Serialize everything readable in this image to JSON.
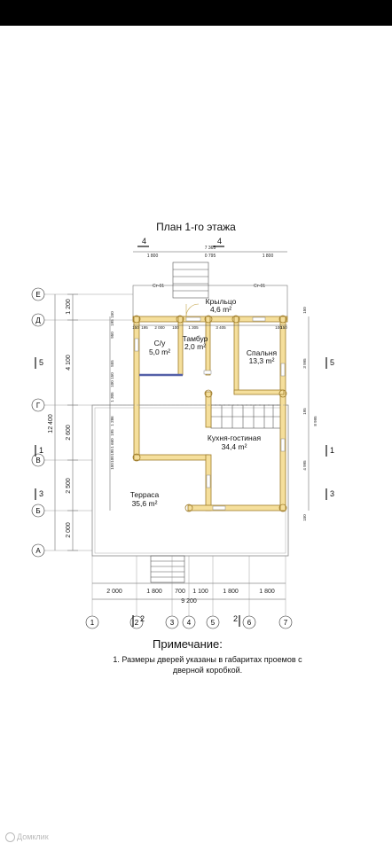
{
  "title": "План 1-го этажа",
  "rooms": [
    {
      "name": "Крыльцо",
      "area": "4,6 m²"
    },
    {
      "name": "С/у",
      "area": "5,0 m²"
    },
    {
      "name": "Тамбур",
      "area": "2,0 m²"
    },
    {
      "name": "Спальня",
      "area": "13,3 m²"
    },
    {
      "name": "Кухня-гостиная",
      "area": "34,4 m²"
    },
    {
      "name": "Терраса",
      "area": "35,6 m²"
    }
  ],
  "axes_letters": [
    "Е",
    "Д",
    "Г",
    "В",
    "Б",
    "А"
  ],
  "axes_numbers": [
    "1",
    "2",
    "3",
    "4",
    "5",
    "6",
    "7"
  ],
  "section_marks": [
    "4",
    "4",
    "5",
    "5",
    "1",
    "1",
    "3",
    "3",
    "2",
    "2"
  ],
  "dims_top": [
    "7 365",
    "1 800",
    "0 795",
    "1 800"
  ],
  "dims_row2": [
    "150",
    "195",
    "2 000",
    "100",
    "1 305",
    "3 405",
    "100",
    "150"
  ],
  "dims_left": [
    "1 200",
    "4 100",
    "12 400",
    "2 600",
    "2 500",
    "2 000"
  ],
  "dims_left_small": [
    "150",
    "195",
    "950",
    "555",
    "150",
    "100",
    "1 305",
    "1 286",
    "195",
    "1 660",
    "195",
    "100",
    "150"
  ],
  "dims_right": [
    "3 995",
    "8 995",
    "4 995",
    "150",
    "195",
    "150"
  ],
  "dims_bottom": [
    "2 000",
    "1 800",
    "700",
    "1 100",
    "1 800",
    "1 800"
  ],
  "dims_bottom_total": "9 200",
  "tags": [
    "Ст-01",
    "Ст-01"
  ],
  "note_title": "Примечание:",
  "note_text": "1. Размеры дверей указаны в габаритах проемов с дверной коробкой.",
  "watermark": "Домклик"
}
